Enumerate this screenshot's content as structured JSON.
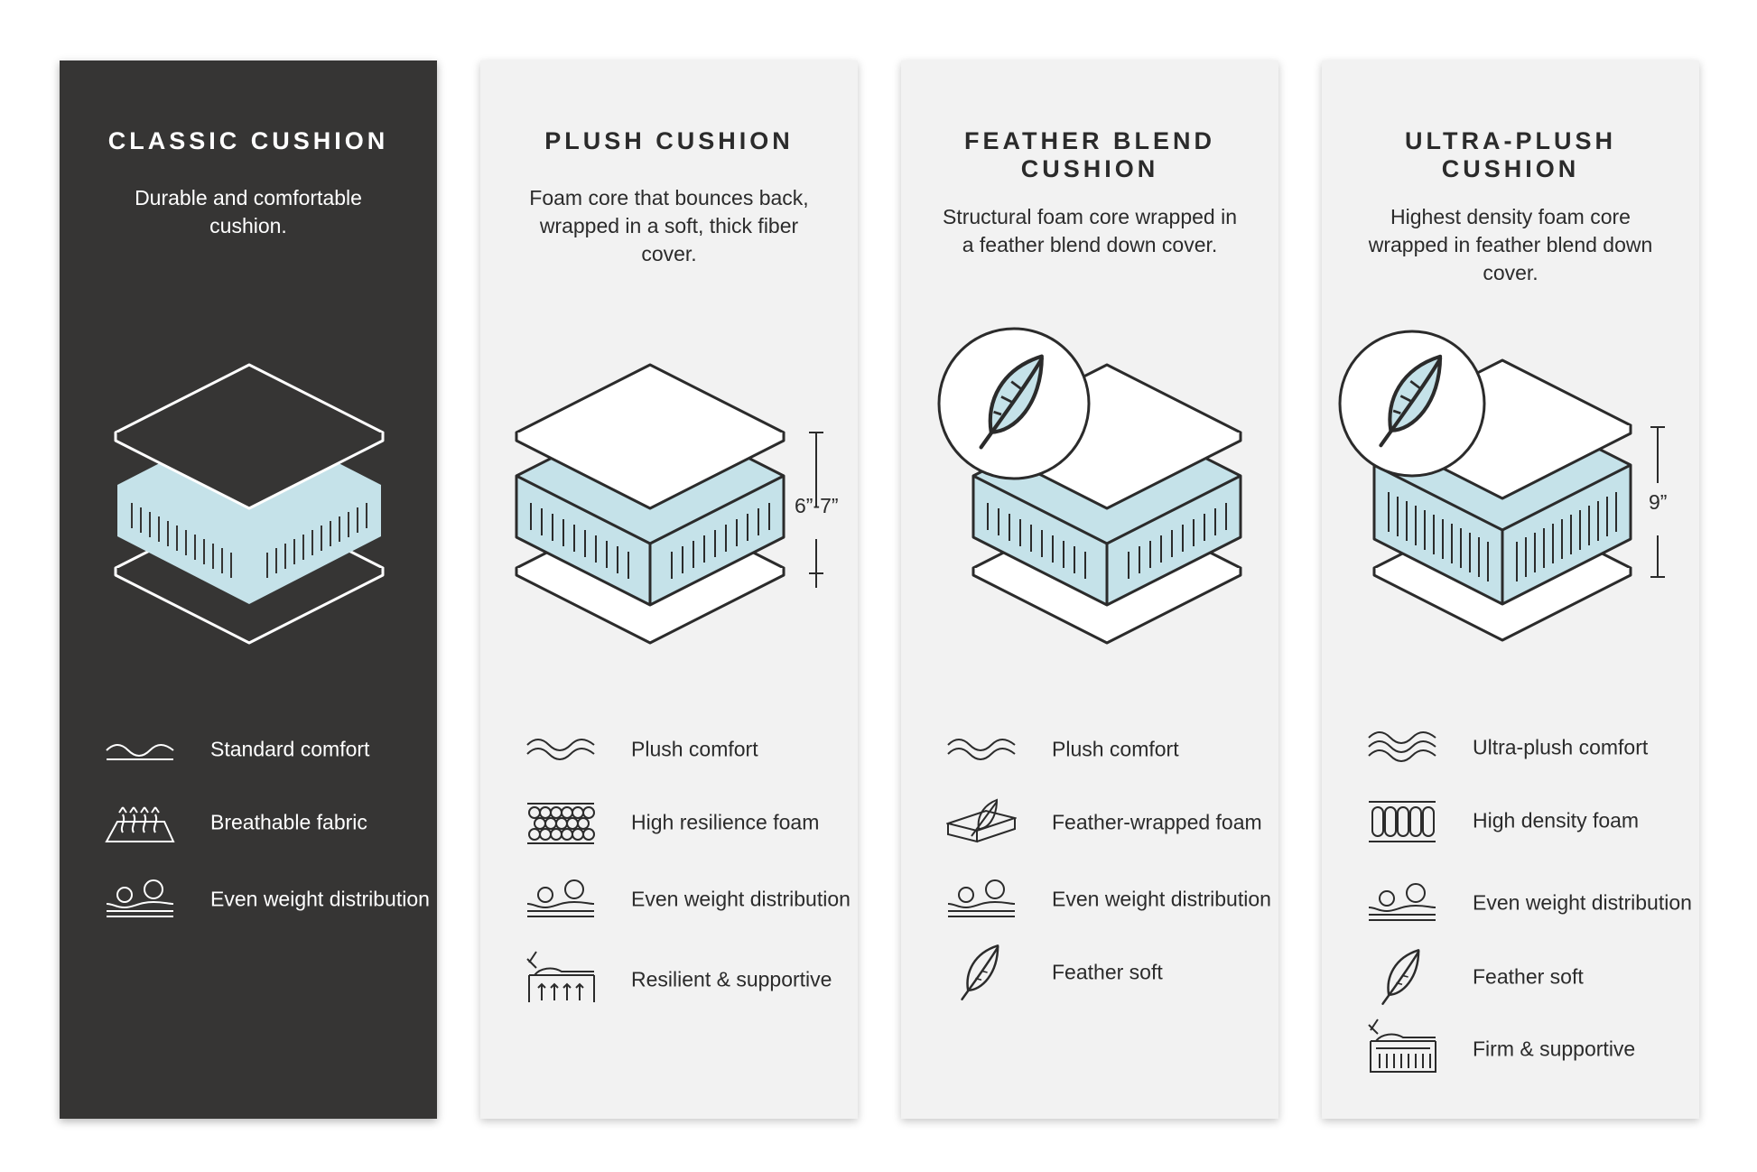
{
  "colors": {
    "dark_card": "#363534",
    "light_card": "#f2f2f2",
    "foam": "#c5e2e9",
    "line_dark": "#2b2b2b",
    "line_light": "#ffffff"
  },
  "cushions": [
    {
      "title": "CLASSIC CUSHION",
      "description": "Durable and comfortable cushion.",
      "features": [
        {
          "icon": "wave-icon",
          "label": "Standard comfort"
        },
        {
          "icon": "breathable-fabric-icon",
          "label": "Breathable fabric"
        },
        {
          "icon": "weight-distribution-icon",
          "label": "Even weight distribution"
        }
      ]
    },
    {
      "title": "PLUSH CUSHION",
      "description": "Foam core that bounces back, wrapped in a soft, thick fiber cover.",
      "dimension": "6”-7”",
      "features": [
        {
          "icon": "double-wave-icon",
          "label": "Plush comfort"
        },
        {
          "icon": "foam-cells-icon",
          "label": "High resilience foam"
        },
        {
          "icon": "weight-distribution-icon",
          "label": "Even weight distribution"
        },
        {
          "icon": "support-icon",
          "label": "Resilient & supportive"
        }
      ]
    },
    {
      "title": "FEATHER BLEND CUSHION",
      "description": "Structural foam core wrapped in a feather blend down cover.",
      "features": [
        {
          "icon": "double-wave-icon",
          "label": "Plush comfort"
        },
        {
          "icon": "feather-block-icon",
          "label": "Feather-wrapped foam"
        },
        {
          "icon": "weight-distribution-icon",
          "label": "Even weight distribution"
        },
        {
          "icon": "feather-icon",
          "label": "Feather soft"
        }
      ]
    },
    {
      "title": "ULTRA-PLUSH CUSHION",
      "description": "Highest density foam core wrapped in feather blend down cover.",
      "dimension": "9”",
      "features": [
        {
          "icon": "triple-wave-icon",
          "label": "Ultra-plush comfort"
        },
        {
          "icon": "density-foam-icon",
          "label": "High density foam"
        },
        {
          "icon": "weight-distribution-icon",
          "label": "Even weight distribution"
        },
        {
          "icon": "feather-icon",
          "label": "Feather soft"
        },
        {
          "icon": "firm-support-icon",
          "label": "Firm & supportive"
        }
      ]
    }
  ]
}
